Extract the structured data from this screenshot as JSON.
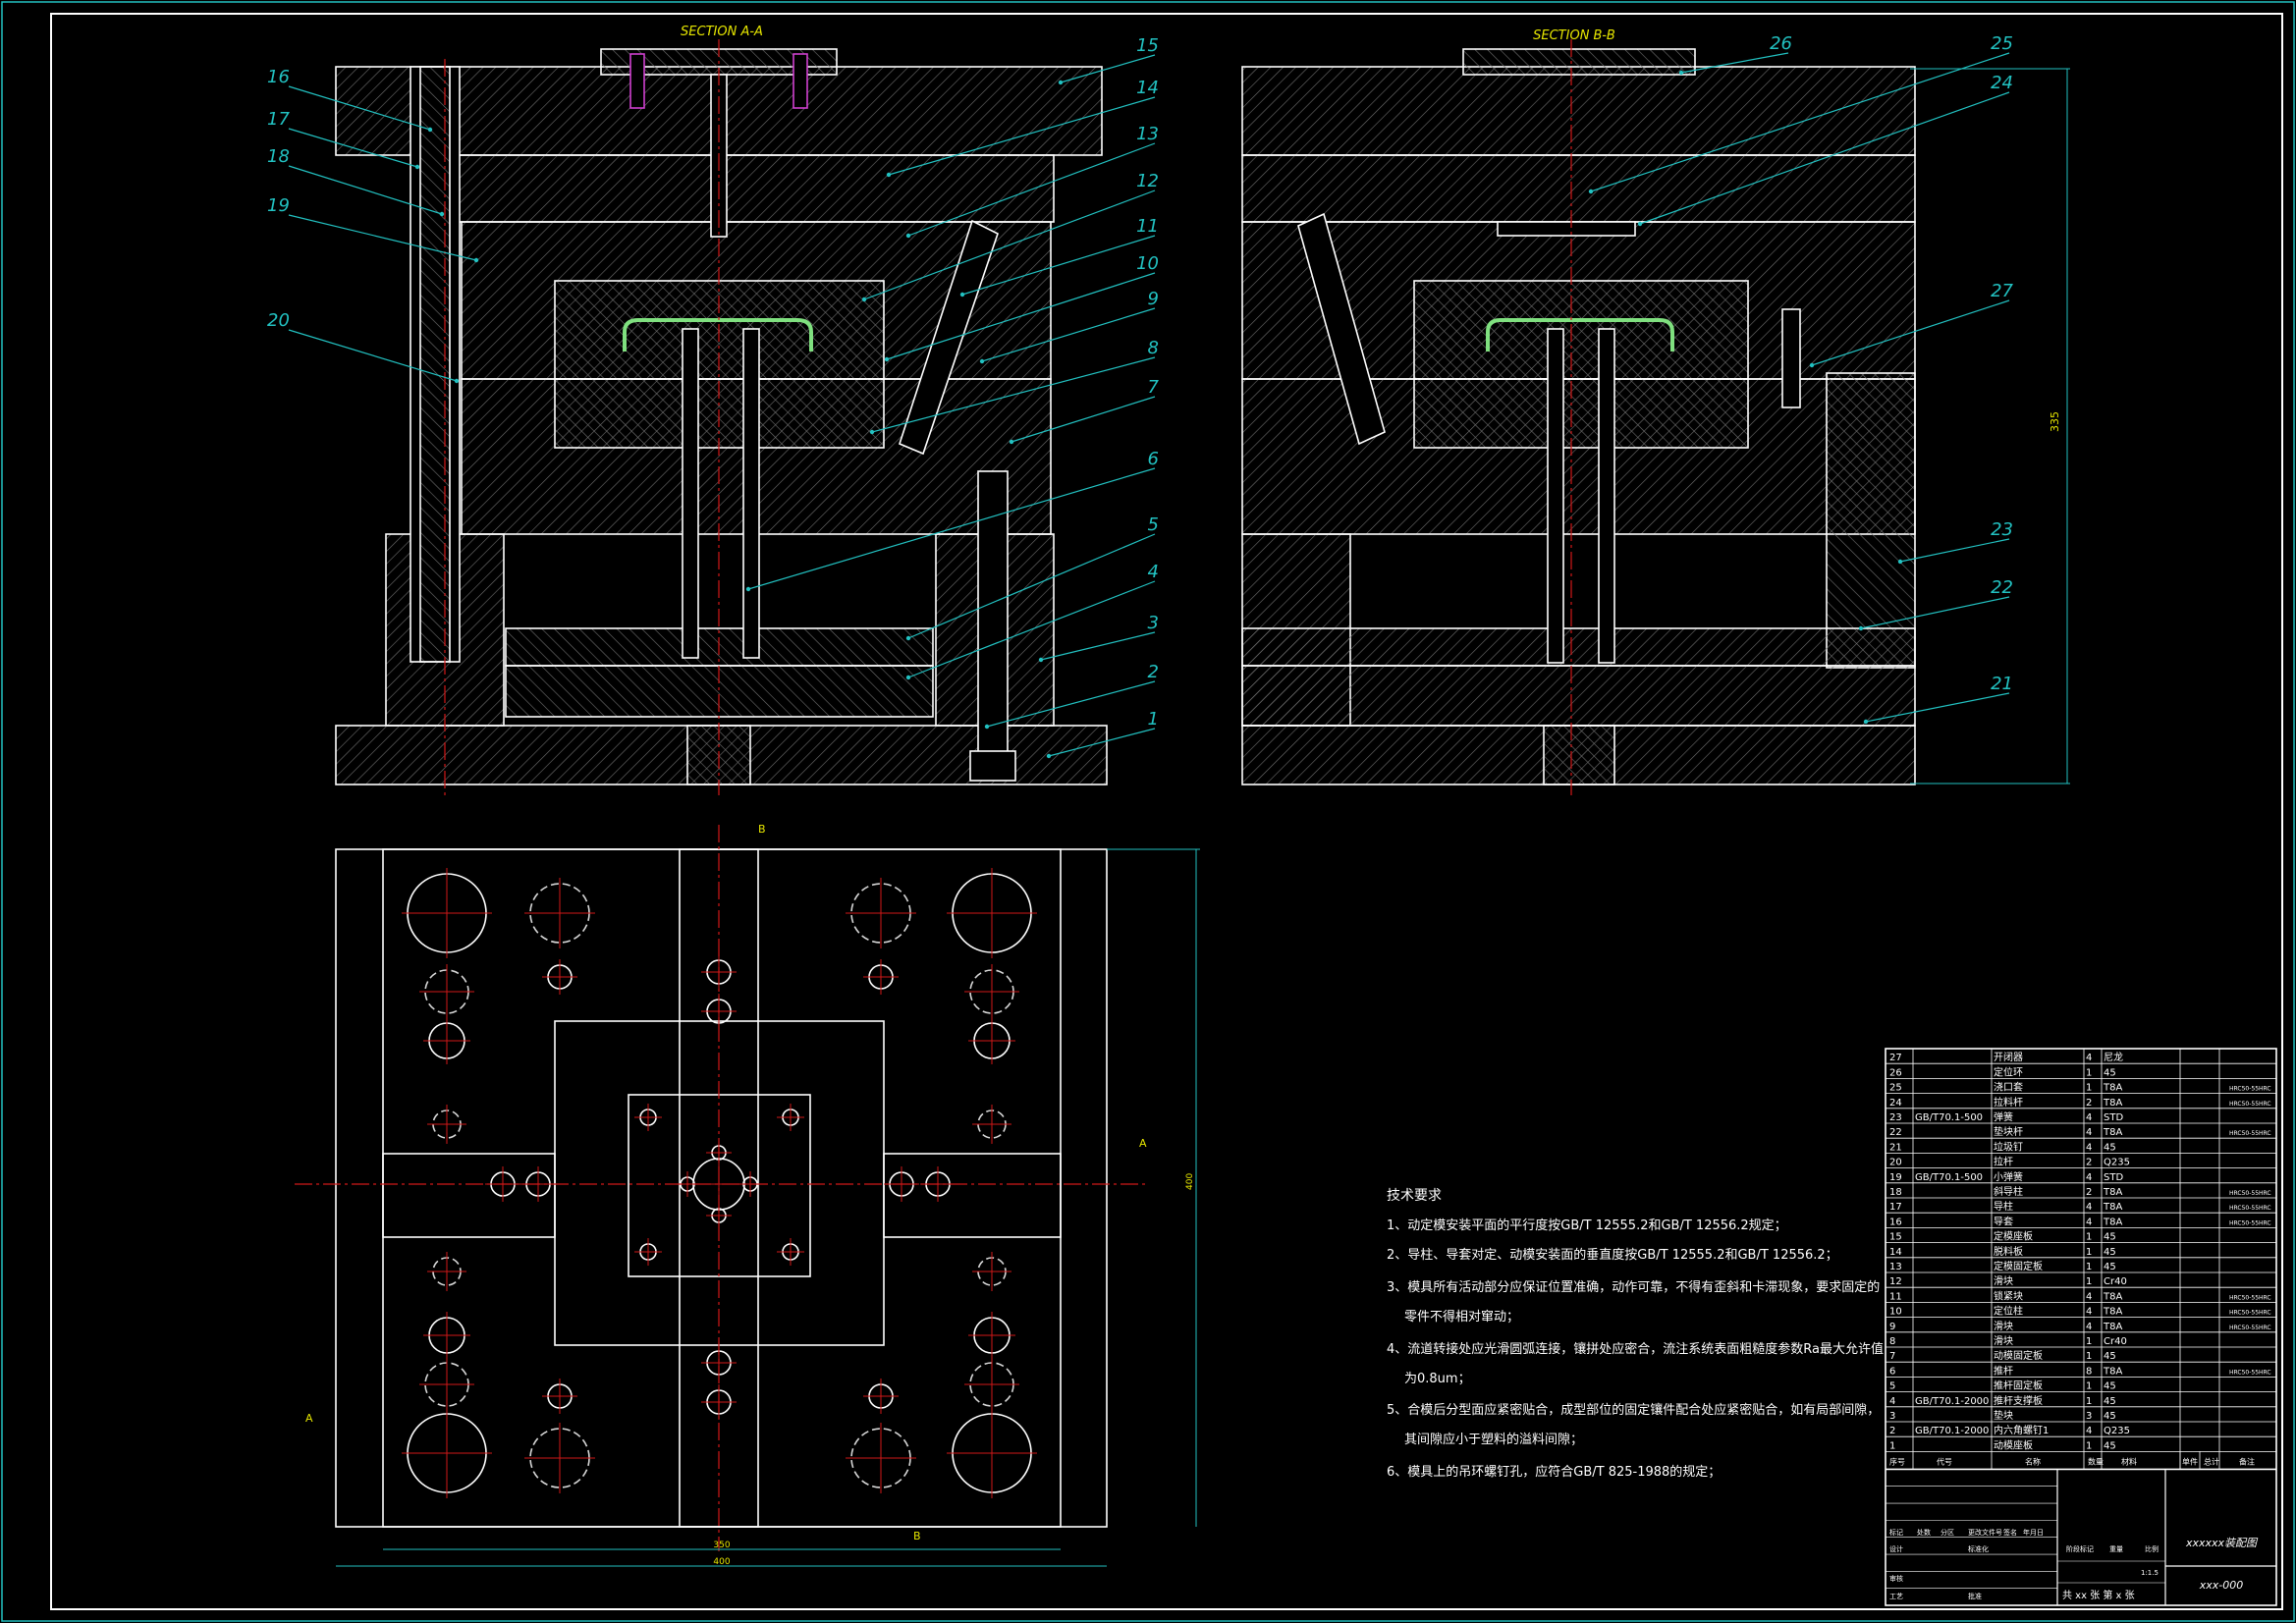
{
  "colors": {
    "background": "#000000",
    "outline": "#ffffff",
    "hatch": "#7a7a7a",
    "leader": "#22c1c1",
    "centerline": "#d01818",
    "hidden": "#d8d8d8",
    "title": "#e6e600",
    "accent": "#7fe07f",
    "magenta": "#d040d0"
  },
  "sections": {
    "a_title": "SECTION A-A",
    "b_title": "SECTION B-B"
  },
  "balloons_a": [
    "1",
    "2",
    "3",
    "4",
    "5",
    "6",
    "7",
    "8",
    "9",
    "10",
    "11",
    "12",
    "13",
    "14",
    "15",
    "16",
    "17",
    "18",
    "19",
    "20"
  ],
  "balloons_b": [
    "21",
    "22",
    "23",
    "24",
    "25",
    "26",
    "27"
  ],
  "plan": {
    "marker_a": "A",
    "marker_b": "B",
    "dim_width_inner": "350",
    "dim_width_outer": "400",
    "dim_height": "400"
  },
  "section_b_dim": "335",
  "tech_req": {
    "heading": "技术要求",
    "lines": [
      "1、动定模安装平面的平行度按GB/T 12555.2和GB/T 12556.2规定；",
      "2、导柱、导套对定、动模安装面的垂直度按GB/T 12555.2和GB/T 12556.2；",
      "3、模具所有活动部分应保证位置准确，动作可靠，不得有歪斜和卡滞现象，要求固定的",
      "零件不得相对窜动；",
      "4、流道转接处应光滑圆弧连接，镶拼处应密合，流注系统表面粗糙度参数Ra最大允许值",
      "为0.8um；",
      "5、合模后分型面应紧密贴合，成型部位的固定镶件配合处应紧密贴合，如有局部间隙，",
      "其间隙应小于塑料的溢料间隙；",
      "6、模具上的吊环螺钉孔，应符合GB/T 825-1988的规定；"
    ]
  },
  "bom": {
    "rows": [
      [
        "27",
        "",
        "开闭器",
        "4",
        "尼龙",
        ""
      ],
      [
        "26",
        "",
        "定位环",
        "1",
        "45",
        ""
      ],
      [
        "25",
        "",
        "浇口套",
        "1",
        "T8A",
        "HRC50-55HRC"
      ],
      [
        "24",
        "",
        "拉料杆",
        "2",
        "T8A",
        "HRC50-55HRC"
      ],
      [
        "23",
        "GB/T70.1-500",
        "弹簧",
        "4",
        "STD",
        ""
      ],
      [
        "22",
        "",
        "垫块杆",
        "4",
        "T8A",
        "HRC50-55HRC"
      ],
      [
        "21",
        "",
        "垃圾钉",
        "4",
        "45",
        ""
      ],
      [
        "20",
        "",
        "拉杆",
        "2",
        "Q235",
        ""
      ],
      [
        "19",
        "GB/T70.1-500",
        "小弹簧",
        "4",
        "STD",
        ""
      ],
      [
        "18",
        "",
        "斜导柱",
        "2",
        "T8A",
        "HRC50-55HRC"
      ],
      [
        "17",
        "",
        "导柱",
        "4",
        "T8A",
        "HRC50-55HRC"
      ],
      [
        "16",
        "",
        "导套",
        "4",
        "T8A",
        "HRC50-55HRC"
      ],
      [
        "15",
        "",
        "定模座板",
        "1",
        "45",
        ""
      ],
      [
        "14",
        "",
        "脱料板",
        "1",
        "45",
        ""
      ],
      [
        "13",
        "",
        "定模固定板",
        "1",
        "45",
        ""
      ],
      [
        "12",
        "",
        "滑块",
        "1",
        "Cr40",
        ""
      ],
      [
        "11",
        "",
        "锁紧块",
        "4",
        "T8A",
        "HRC50-55HRC"
      ],
      [
        "10",
        "",
        "定位柱",
        "4",
        "T8A",
        "HRC50-55HRC"
      ],
      [
        "9",
        "",
        "滑块",
        "4",
        "T8A",
        "HRC50-55HRC"
      ],
      [
        "8",
        "",
        "滑块",
        "1",
        "Cr40",
        ""
      ],
      [
        "7",
        "",
        "动模固定板",
        "1",
        "45",
        ""
      ],
      [
        "6",
        "",
        "推杆",
        "8",
        "T8A",
        "HRC50-55HRC"
      ],
      [
        "5",
        "",
        "推杆固定板",
        "1",
        "45",
        ""
      ],
      [
        "4",
        "GB/T70.1-2000",
        "推杆支撑板",
        "1",
        "45",
        ""
      ],
      [
        "3",
        "",
        "垫块",
        "3",
        "45",
        ""
      ],
      [
        "2",
        "GB/T70.1-2000",
        "内六角螺钉1",
        "4",
        "Q235",
        ""
      ],
      [
        "1",
        "",
        "动模座板",
        "1",
        "45",
        ""
      ]
    ],
    "header": [
      "序号",
      "代号",
      "名称",
      "数量",
      "材料",
      "单件",
      "总计",
      "备注"
    ],
    "title_block": {
      "drawing_name": "xxxxxx装配图",
      "drawing_no": "xxx-000",
      "scale": "1:1.5",
      "sheets": "共 xx 张   第 x 张",
      "labels": [
        "标记",
        "处数",
        "分区",
        "更改文件号",
        "签名",
        "年月日",
        "设计",
        "标准化",
        "审核",
        "工艺",
        "批准",
        "阶段标记",
        "重量",
        "比例"
      ]
    }
  }
}
